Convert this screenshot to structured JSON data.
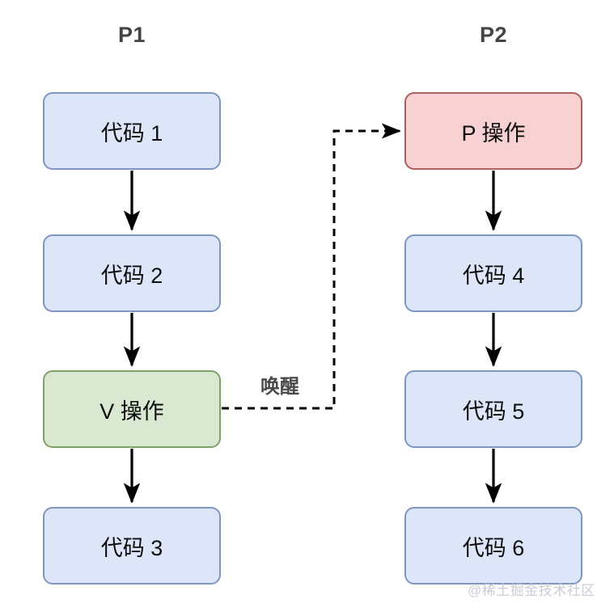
{
  "diagram": {
    "type": "flowchart",
    "columns": [
      {
        "id": "p1",
        "title": "P1"
      },
      {
        "id": "p2",
        "title": "P2"
      }
    ],
    "nodes": [
      {
        "id": "code1",
        "label": "代码 1",
        "column": "p1",
        "style": "blue"
      },
      {
        "id": "code2",
        "label": "代码 2",
        "column": "p1",
        "style": "blue"
      },
      {
        "id": "vop",
        "label": "V 操作",
        "column": "p1",
        "style": "green"
      },
      {
        "id": "code3",
        "label": "代码 3",
        "column": "p1",
        "style": "blue"
      },
      {
        "id": "pop",
        "label": "P 操作",
        "column": "p2",
        "style": "red"
      },
      {
        "id": "code4",
        "label": "代码 4",
        "column": "p2",
        "style": "blue"
      },
      {
        "id": "code5",
        "label": "代码 5",
        "column": "p2",
        "style": "blue"
      },
      {
        "id": "code6",
        "label": "代码 6",
        "column": "p2",
        "style": "blue"
      }
    ],
    "edges": [
      {
        "from": "code1",
        "to": "code2",
        "style": "solid",
        "label": ""
      },
      {
        "from": "code2",
        "to": "vop",
        "style": "solid",
        "label": ""
      },
      {
        "from": "vop",
        "to": "code3",
        "style": "solid",
        "label": ""
      },
      {
        "from": "pop",
        "to": "code4",
        "style": "solid",
        "label": ""
      },
      {
        "from": "code4",
        "to": "code5",
        "style": "solid",
        "label": ""
      },
      {
        "from": "code5",
        "to": "code6",
        "style": "solid",
        "label": ""
      },
      {
        "from": "vop",
        "to": "pop",
        "style": "dashed",
        "label": "唤醒"
      }
    ],
    "colors": {
      "blue_fill": "#dce6f8",
      "blue_stroke": "#7e96c4",
      "green_fill": "#d9e8d0",
      "green_stroke": "#7fa367",
      "red_fill": "#f8d2d2",
      "red_stroke": "#b05f5f",
      "arrow": "#000000",
      "title_text": "#444444",
      "edge_label_text": "#4a4a4a",
      "watermark": "#c9cdd6",
      "background": "#ffffff"
    }
  },
  "watermark": {
    "text": "@稀土掘金技术社区"
  }
}
